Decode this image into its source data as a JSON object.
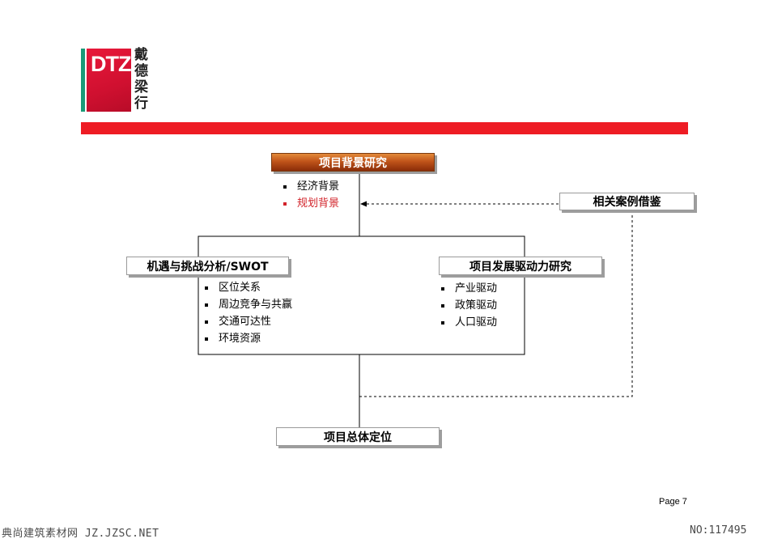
{
  "logo": {
    "brand": "DTZ",
    "chinese": [
      "戴",
      "德",
      "梁",
      "行"
    ]
  },
  "nodes": {
    "background": {
      "label": "项目背景研究"
    },
    "cases": {
      "label": "相关案例借鉴"
    },
    "swot": {
      "label": "机遇与挑战分析/SWOT"
    },
    "drivers": {
      "label": "项目发展驱动力研究"
    },
    "positioning": {
      "label": "项目总体定位"
    }
  },
  "lists": {
    "background": [
      {
        "text": "经济背景",
        "highlight": false
      },
      {
        "text": "规划背景",
        "highlight": true
      }
    ],
    "swot": [
      {
        "text": "区位关系"
      },
      {
        "text": "周边竞争与共赢"
      },
      {
        "text": "交通可达性"
      },
      {
        "text": "环境资源"
      }
    ],
    "drivers": [
      {
        "text": "产业驱动"
      },
      {
        "text": "政策驱动"
      },
      {
        "text": "人口驱动"
      }
    ]
  },
  "page": {
    "number": "Page 7"
  },
  "footer": {
    "left": "典尚建筑素材网 JZ.JZSC.NET",
    "right": "NO:117495"
  },
  "colors": {
    "brand_red": "#ee1c24",
    "brand_green": "#1a9a78",
    "highlight_red": "#d2232a",
    "top_box_orange": "#c0541a"
  }
}
